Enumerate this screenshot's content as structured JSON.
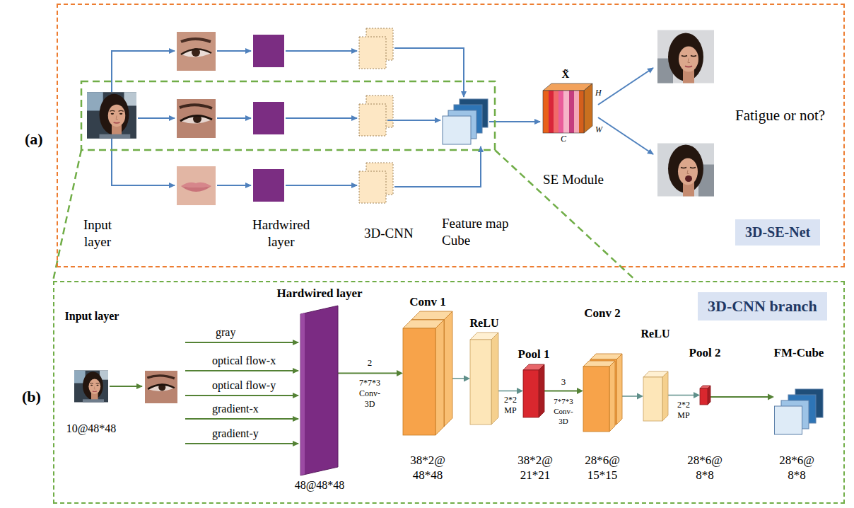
{
  "diagram": {
    "nodes": [
      {
        "text": [
          "(a)"
        ]
      },
      {
        "text": [
          "3D-SE-Net"
        ],
        "in": 0
      },
      {
        "text": [
          "(b)"
        ]
      },
      {
        "text": [
          "3D-CNN branch"
        ],
        "in": 2
      },
      {
        "text": [
          "Input layer",
          "10@48*48"
        ],
        "in": 2
      },
      {
        "text": [
          "Hardwired layer",
          "48@48*48"
        ],
        "in": 2
      },
      {
        "text": [
          "Conv 1",
          "38*2@ 48*48"
        ],
        "in": 2
      },
      {
        "text": [
          "ReLU"
        ],
        "in": 2
      },
      {
        "text": [
          "Pool 1",
          "38*2@ 21*21"
        ],
        "in": 2
      },
      {
        "text": [
          "Conv 2",
          "28*6@ 15*15"
        ],
        "in": 2
      },
      {
        "text": [
          "ReLU"
        ],
        "in": 2
      },
      {
        "text": [
          "Pool 2",
          "28*6@ 8*8"
        ],
        "in": 2
      },
      {
        "text": [
          "FM-Cube",
          "28*6@ 8*8"
        ],
        "in": 2
      }
    ],
    "edges": [
      {
        "from": 5,
        "to": 6,
        "arrow": "to"
      },
      {
        "from": 6,
        "to": 7,
        "arrow": "to"
      },
      {
        "from": 7,
        "to": 8,
        "arrow": "to"
      },
      {
        "from": 8,
        "to": 9,
        "arrow": "to"
      },
      {
        "from": 9,
        "to": 10,
        "arrow": "to"
      },
      {
        "from": 10,
        "to": 11,
        "arrow": "to"
      },
      {
        "from": 11,
        "to": 12,
        "arrow": "to"
      }
    ],
    "labels": [
      "Input layer",
      "Hardwired layer",
      "3D-CNN",
      "Feature map Cube",
      "X̃",
      "H",
      "C",
      "W",
      "SE Module",
      "Fatigue or not?",
      "gray",
      "optical flow-x",
      "optical flow-y",
      "gradient-x",
      "gradient-y",
      "2",
      "7*7*3 Conv-3D",
      "2*2 MP",
      "3",
      "7*7*3 Conv-3D",
      "2*2 MP"
    ]
  }
}
